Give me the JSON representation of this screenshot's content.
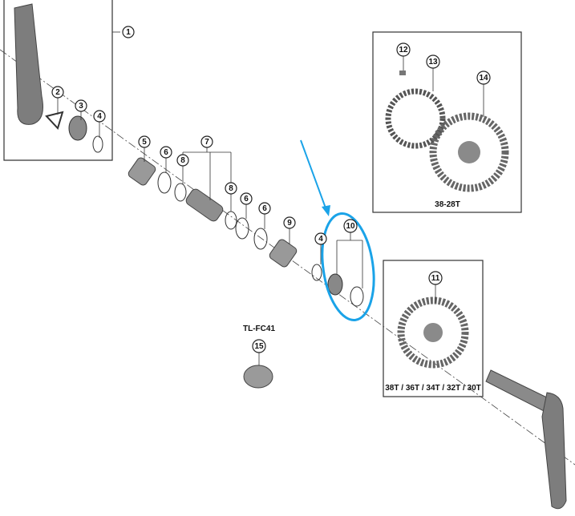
{
  "diagram": {
    "callouts": [
      {
        "id": "1",
        "label": "1"
      },
      {
        "id": "2",
        "label": "2"
      },
      {
        "id": "3",
        "label": "3"
      },
      {
        "id": "4a",
        "label": "4"
      },
      {
        "id": "5",
        "label": "5"
      },
      {
        "id": "6a",
        "label": "6"
      },
      {
        "id": "7",
        "label": "7"
      },
      {
        "id": "8a",
        "label": "8"
      },
      {
        "id": "8b",
        "label": "8"
      },
      {
        "id": "6b",
        "label": "6"
      },
      {
        "id": "6c",
        "label": "6"
      },
      {
        "id": "9",
        "label": "9"
      },
      {
        "id": "4b",
        "label": "4"
      },
      {
        "id": "10",
        "label": "10"
      },
      {
        "id": "11",
        "label": "11"
      },
      {
        "id": "12",
        "label": "12"
      },
      {
        "id": "13",
        "label": "13"
      },
      {
        "id": "14",
        "label": "14"
      },
      {
        "id": "15",
        "label": "15"
      }
    ],
    "captions": {
      "double_chainring": "38-28T",
      "single_chainring": "38T / 36T / 34T / 32T / 30T",
      "tool": "TL-FC41"
    },
    "highlight_color": "#1aa3e8"
  }
}
